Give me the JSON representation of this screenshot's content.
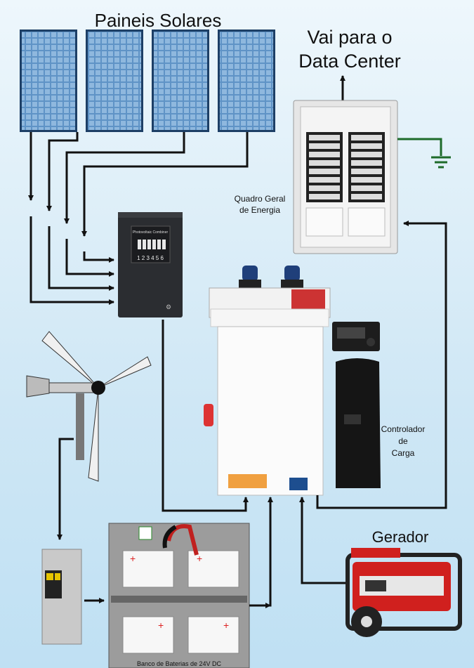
{
  "labels": {
    "solar_panels": "Paineis Solares",
    "data_center_line1": "Vai para o",
    "data_center_line2": "Data Center",
    "main_panel_line1": "Quadro Geral",
    "main_panel_line2": "de Energia",
    "charge_controller_line1": "Controlador",
    "charge_controller_line2": "de",
    "charge_controller_line3": "Carga",
    "generator": "Gerador",
    "battery_bank": "Banco de Baterias de 24V DC",
    "combiner_box_title": "Photovoltaic Combiner",
    "combiner_box_numbers": "1 2 3 4 5 6"
  },
  "colors": {
    "wire": "#111111",
    "ground": "#1e6b2a",
    "panel_blue": "#2f6fa8",
    "generator_red": "#d0201e"
  }
}
